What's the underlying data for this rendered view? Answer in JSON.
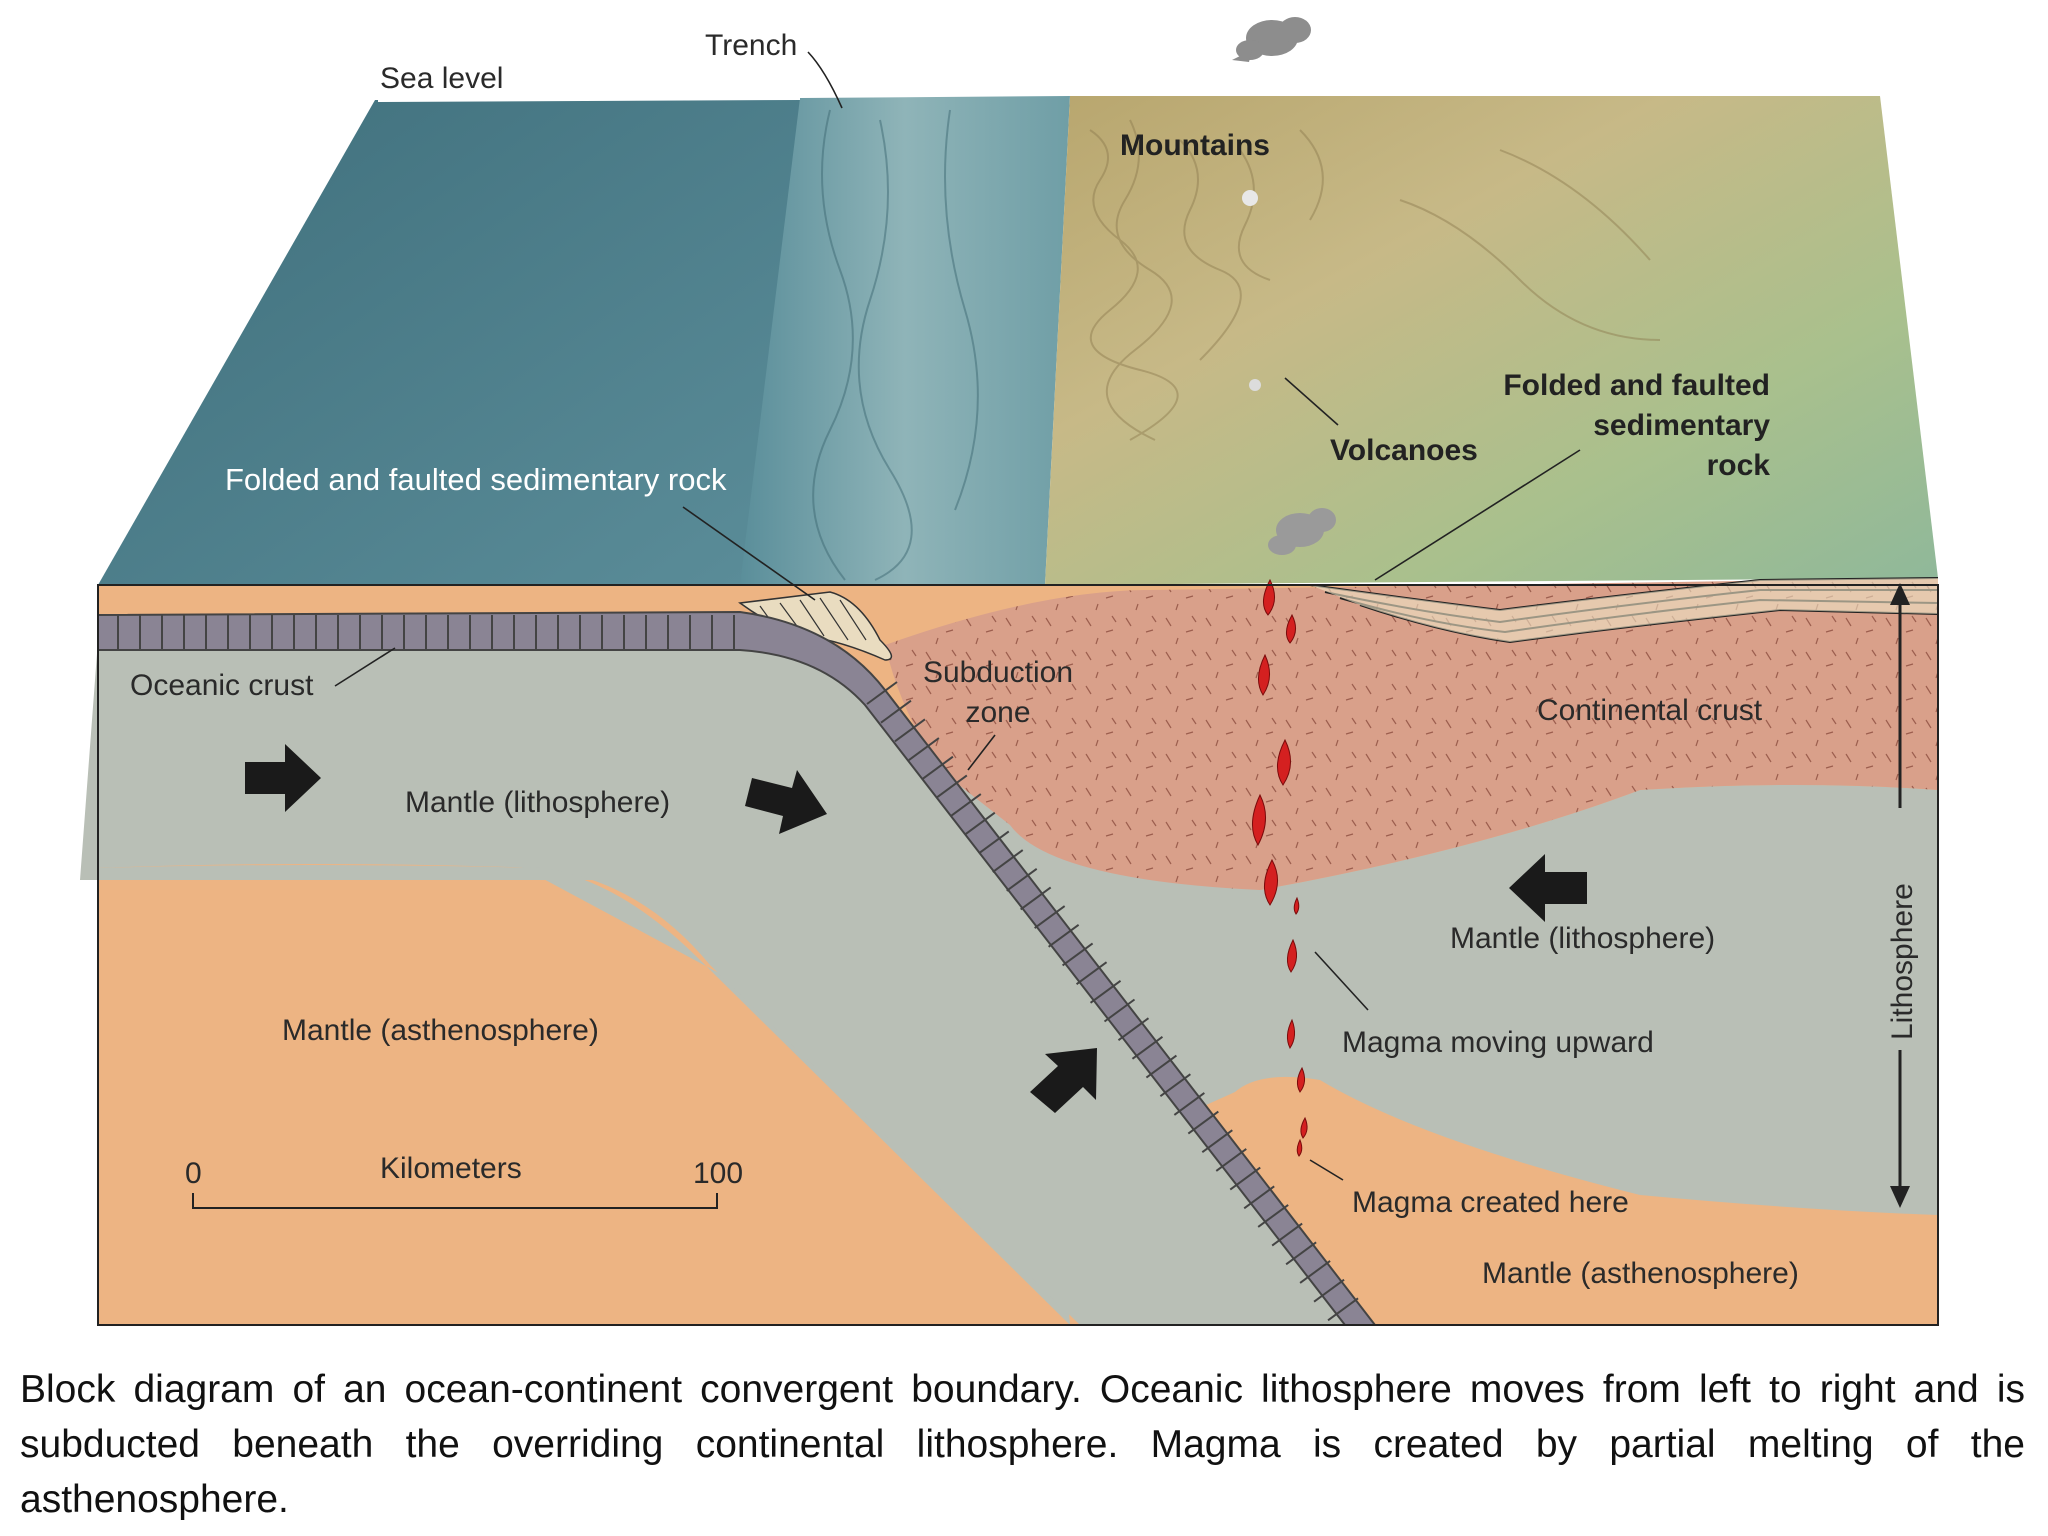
{
  "labels": {
    "trench": "Trench",
    "sea_level": "Sea level",
    "mountains": "Mountains",
    "volcanoes": "Volcanoes",
    "folded_right": [
      "Folded and faulted",
      "sedimentary",
      "rock"
    ],
    "folded_left": "Folded and faulted sedimentary rock",
    "oceanic_crust": "Oceanic crust",
    "subduction_zone": [
      "Subduction",
      "zone"
    ],
    "continental_crust": "Continental crust",
    "mantle_lithosphere_left": "Mantle (lithosphere)",
    "mantle_lithosphere_right": "Mantle (lithosphere)",
    "mantle_asthenosphere_left": "Mantle (asthenosphere)",
    "mantle_asthenosphere_right": "Mantle (asthenosphere)",
    "magma_moving": "Magma moving upward",
    "magma_created": "Magma created here",
    "lithosphere": "Lithosphere"
  },
  "scale": {
    "title": "Kilometers",
    "min": "0",
    "max": "100"
  },
  "caption": "Block diagram of an ocean-continent convergent boundary. Oceanic lithosphere moves from left to right and is subducted beneath the overriding continental lithosphere. Magma is created by partial melting of the asthenosphere.",
  "colors": {
    "ocean": "#4f7f8a",
    "land": "#b7b97a",
    "continental_crust": "#d9a08a",
    "mantle_lithosphere": "#b9bfb6",
    "asthenosphere": "#edb483",
    "oceanic_crust": "#8a8494",
    "magma": "#d42020"
  }
}
